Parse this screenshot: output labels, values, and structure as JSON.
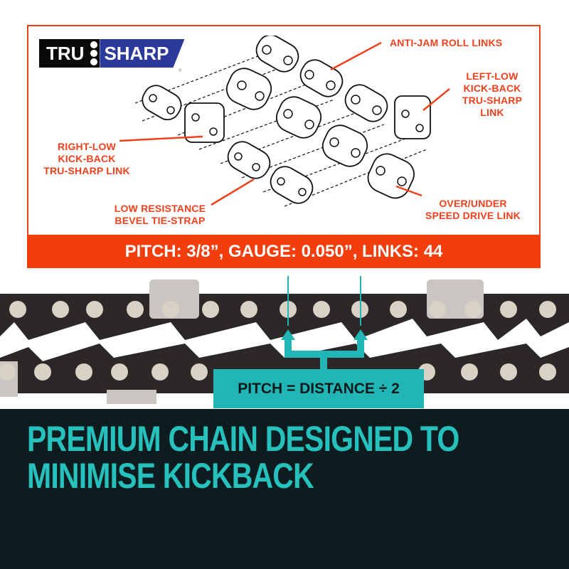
{
  "brand": {
    "logo_left": "TRU",
    "logo_right": "SHARP",
    "registered_mark": "®",
    "colors": {
      "logo_dark": "#0a0a0a",
      "logo_blue": "#2b3a9a",
      "accent_orange": "#f0411c",
      "teal": "#22b5b5",
      "dark_bg": "#0d1d1f"
    }
  },
  "diagram": {
    "labels": {
      "anti_jam": "ANTI-JAM ROLL LINKS",
      "left_low": [
        "LEFT-LOW",
        "KICK-BACK",
        "TRU-SHARP",
        "LINK"
      ],
      "right_low": [
        "RIGHT-LOW",
        "KICK-BACK",
        "TRU-SHARP LINK"
      ],
      "low_resistance": [
        "LOW RESISTANCE",
        "BEVEL TIE-STRAP"
      ],
      "over_under": [
        "OVER/UNDER",
        "SPEED DRIVE LINK"
      ]
    }
  },
  "specs": {
    "text": "PITCH: 3/8”, GAUGE: 0.050”, LINKS: 44"
  },
  "pitch_callout": {
    "text": "PITCH = DISTANCE ÷ 2"
  },
  "headline": {
    "line1": "PREMIUM CHAIN DESIGNED TO",
    "line2": "MINIMISE KICKBACK"
  }
}
